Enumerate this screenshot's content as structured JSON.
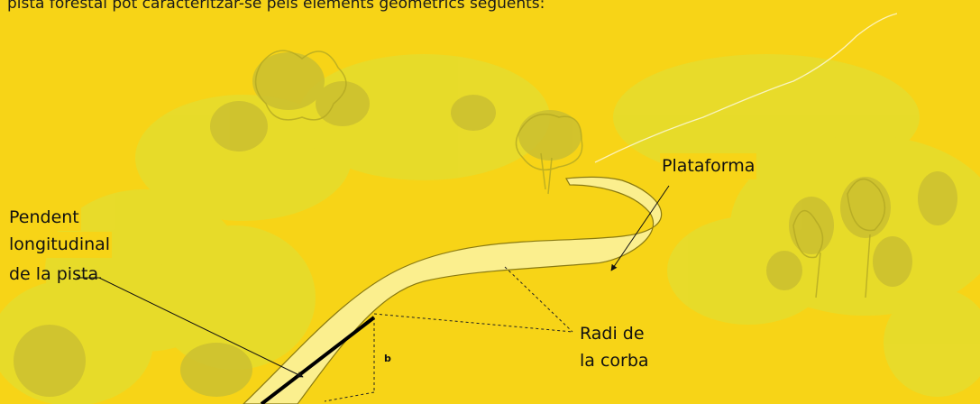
{
  "intro_text": "pista forestal pot caracteritzar-se pels elements geomètrics següents:",
  "labels": {
    "plataforma": "Plataforma",
    "pendent_line1": "Pendent",
    "pendent_line2": "longitudinal",
    "pendent_line3": "de la pista",
    "radi_line1": "Radi de",
    "radi_line2": "la corba",
    "b": "b"
  },
  "colors": {
    "background": "#f7d417",
    "tree_light": "#e7de2a",
    "tree_olive": "#c8bd2e",
    "road_fill": "#fbef8e",
    "road_edge": "#8a7a10"
  }
}
